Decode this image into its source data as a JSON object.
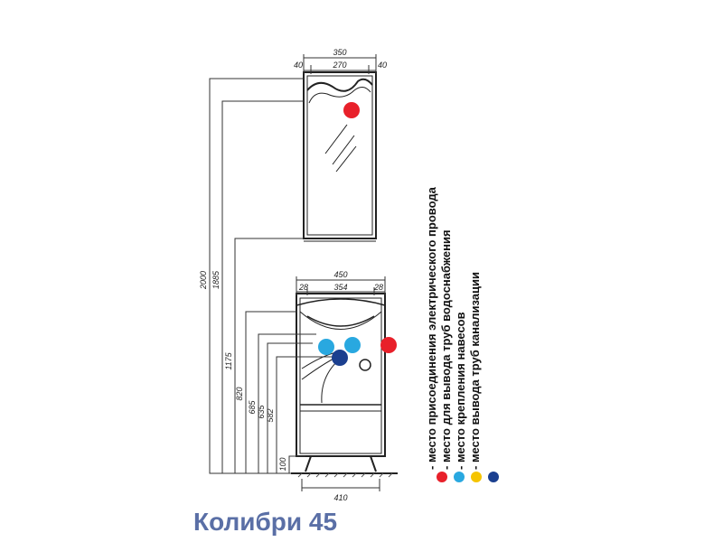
{
  "title": "Колибри 45",
  "mirror": {
    "width_total": "350",
    "width_inner": "270",
    "side_left": "40",
    "side_right": "40"
  },
  "cabinet": {
    "width_total": "450",
    "width_inner": "354",
    "side_left": "28",
    "side_right": "28",
    "base_width": "410"
  },
  "heights": [
    "2000",
    "1885",
    "1175",
    "820",
    "685",
    "635",
    "582",
    "100"
  ],
  "legend": [
    {
      "label": "- место присоединения электрического провода",
      "color": "#e8202a"
    },
    {
      "label": "- место для вывода труб водоснабжения",
      "color": "#29a8e0"
    },
    {
      "label": "- место крепления навесов",
      "color": "#f5c400"
    },
    {
      "label": "- место вывода труб канализации",
      "color": "#1b3f8f"
    }
  ],
  "colors": {
    "electric": "#e8202a",
    "water": "#29a8e0",
    "hanger": "#f5c400",
    "sewer": "#1b3f8f",
    "title": "#5a6fa6"
  }
}
